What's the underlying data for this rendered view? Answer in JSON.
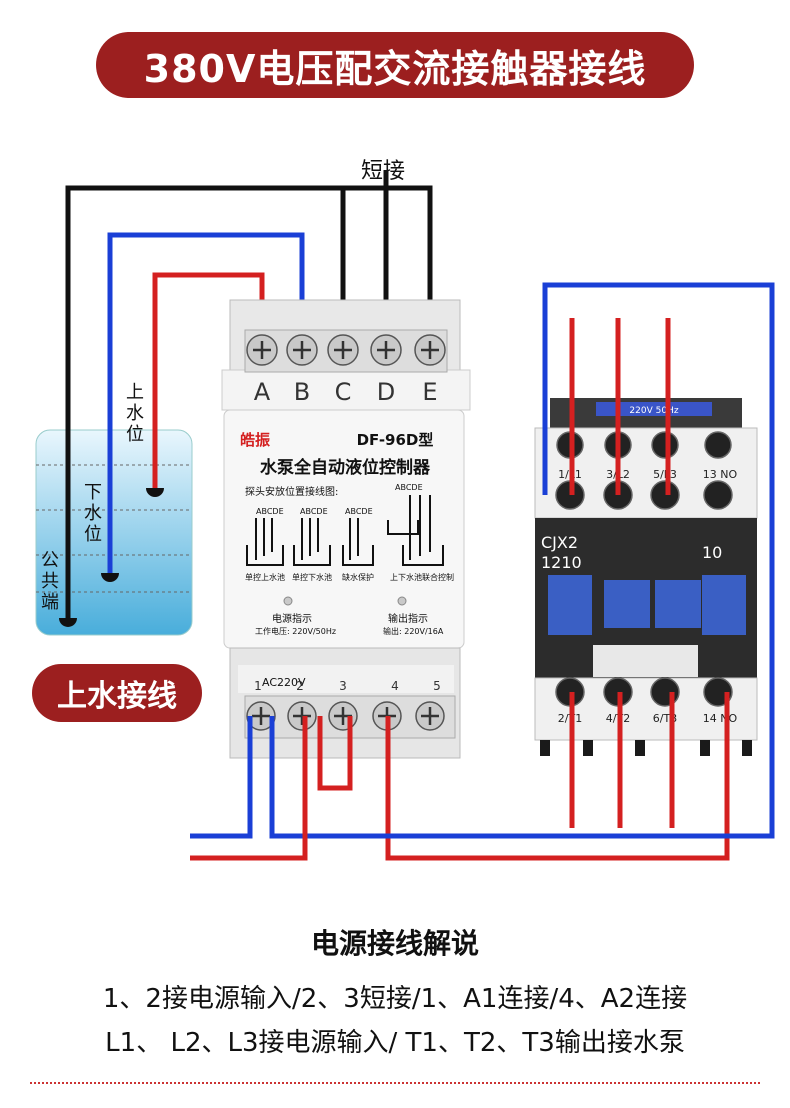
{
  "title": "380V电压配交流接触器接线",
  "side_badge": "上水接线",
  "short_label": "短接",
  "tank_labels": {
    "upper": "上水位",
    "lower": "下水位",
    "common": "公共端"
  },
  "controller": {
    "brand": "皓振",
    "model": "DF-96D型",
    "name": "水泵全自动液位控制器",
    "probe_caption": "探头安放位置接线图:",
    "top_terminals": [
      "A",
      "B",
      "C",
      "D",
      "E"
    ],
    "modes": [
      "单控上水池",
      "单控下水池",
      "缺水保护",
      "上下水池联合控制"
    ],
    "mode_letters": "ABCDE",
    "power_indicator": "电源指示",
    "output_indicator": "输出指示",
    "work_voltage": "工作电压: 220V/50Hz",
    "output_rating": "输出: 220V/16A",
    "ac_label": "AC220V",
    "bottom_terminals": [
      "1",
      "2",
      "3",
      "4",
      "5"
    ]
  },
  "contactor": {
    "model_line1": "CJX2",
    "model_line2": "1210",
    "model_suffix": "10",
    "coil_label": "220V 50Hz",
    "top_labels": [
      "1/L1",
      "3/L2",
      "5/L3",
      "13 NO"
    ],
    "bottom_labels": [
      "2/T1",
      "4/T2",
      "6/T3",
      "14 NO"
    ]
  },
  "explain": {
    "title": "电源接线解说",
    "line1": "1、2接电源输入/2、3短接/1、A1连接/4、A2连接",
    "line2": "L1、 L2、L3接电源输入/ T1、T2、T3输出接水泵"
  },
  "colors": {
    "red_wire": "#d42020",
    "blue_wire": "#1a3fd6",
    "black_wire": "#111111",
    "badge": "#9c1f1f"
  }
}
